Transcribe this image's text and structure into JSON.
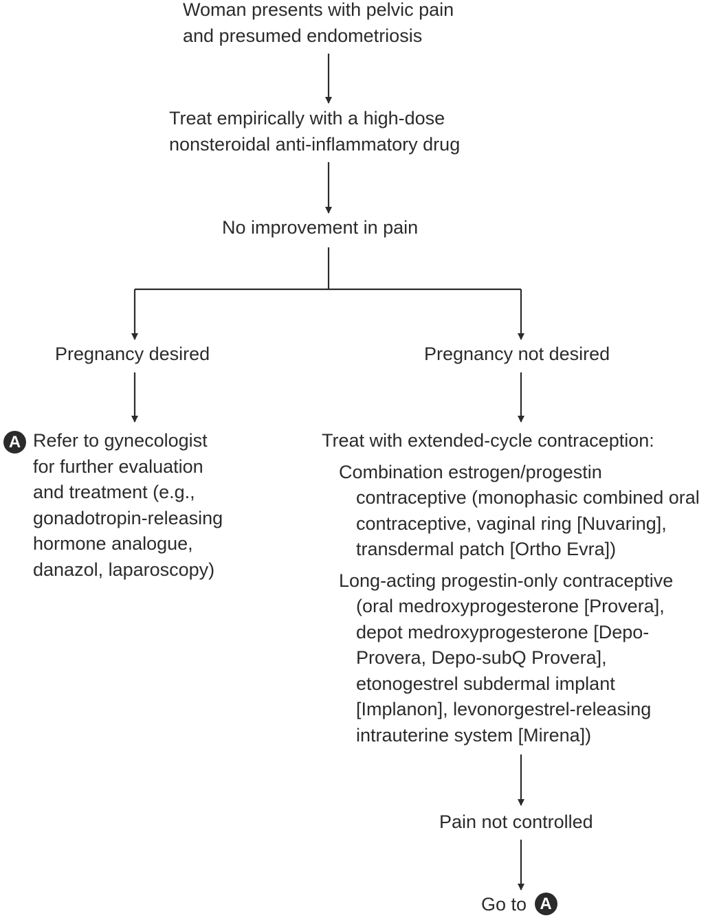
{
  "nodes": {
    "start": [
      "Woman presents with pelvic pain",
      "and presumed endometriosis"
    ],
    "nsaid": [
      "Treat empirically with a high-dose",
      "nonsteroidal anti-inflammatory drug"
    ],
    "no_improvement": "No improvement in pain",
    "pregnancy_desired": "Pregnancy desired",
    "pregnancy_not_desired": "Pregnancy not desired",
    "refer": {
      "marker": "A",
      "lines": [
        "Refer to gynecologist",
        "for further evaluation",
        "and treatment (e.g.,",
        "gonadotropin-releasing",
        "hormone analogue,",
        "danazol, laparoscopy)"
      ]
    },
    "contraception": {
      "heading": "Treat with extended-cycle contraception:",
      "items": [
        [
          "Combination estrogen/progestin",
          "contraceptive (monophasic combined oral",
          "contraceptive, vaginal ring [Nuvaring],",
          "transdermal patch [Ortho Evra])"
        ],
        [
          "Long-acting progestin-only contraceptive",
          "(oral medroxyprogesterone [Provera],",
          "depot medroxyprogesterone [Depo-",
          "Provera, Depo-subQ Provera],",
          "etonogestrel subdermal implant",
          "[Implanon], levonorgestrel-releasing",
          "intrauterine system [Mirena])"
        ]
      ]
    },
    "pain_not_controlled": "Pain not controlled",
    "go_to": {
      "text": "Go to",
      "marker": "A"
    }
  },
  "colors": {
    "text": "#2b2b2b",
    "line": "#2b2b2b",
    "marker_fill": "#2b2b2b",
    "marker_text": "#ffffff",
    "background": "#ffffff"
  }
}
